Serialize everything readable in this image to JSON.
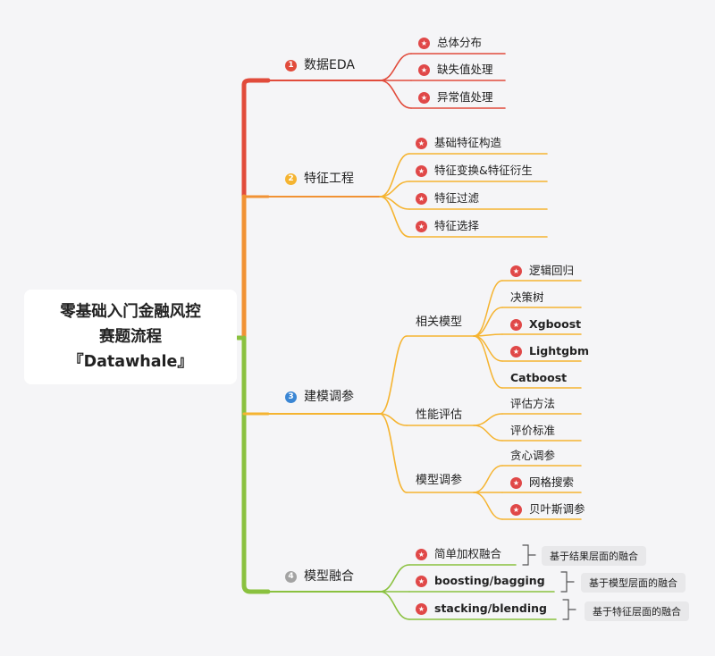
{
  "root": {
    "line1": "零基础入门金融风控",
    "line2": "赛题流程",
    "line3": "『Datawhale』"
  },
  "branches": [
    {
      "number": "1",
      "label": "数据EDA",
      "color": "#e14b3b",
      "children": [
        "总体分布",
        "缺失值处理",
        "异常值处理"
      ]
    },
    {
      "number": "2",
      "label": "特征工程",
      "color": "#f5b431",
      "children": [
        "基础特征构造",
        "特征变换&特征衍生",
        "特征过滤",
        "特征选择"
      ]
    },
    {
      "number": "3",
      "label": "建模调参",
      "color": "#3a86d4",
      "sub": [
        {
          "label": "相关模型",
          "children": [
            {
              "label": "逻辑回归",
              "star": true
            },
            {
              "label": "决策树",
              "star": false
            },
            {
              "label": "Xgboost",
              "star": true
            },
            {
              "label": "Lightgbm",
              "star": true
            },
            {
              "label": "Catboost",
              "star": false
            }
          ]
        },
        {
          "label": "性能评估",
          "children": [
            {
              "label": "评估方法",
              "star": false
            },
            {
              "label": "评价标准",
              "star": false
            }
          ]
        },
        {
          "label": "模型调参",
          "children": [
            {
              "label": "贪心调参",
              "star": false
            },
            {
              "label": "网格搜索",
              "star": true
            },
            {
              "label": "贝叶斯调参",
              "star": true
            }
          ]
        }
      ]
    },
    {
      "number": "4",
      "label": "模型融合",
      "color": "#a3a3a3",
      "children": [
        {
          "label": "简单加权融合",
          "note": "基于结果层面的融合"
        },
        {
          "label": "boosting/bagging",
          "note": "基于模型层面的融合"
        },
        {
          "label": "stacking/blending",
          "note": "基于特征层面的融合"
        }
      ]
    }
  ],
  "colors": {
    "red": "#e14b3b",
    "orange": "#f19234",
    "yellow": "#f5b431",
    "green": "#8ac13f",
    "grey_bracket": "#555555"
  },
  "icons": {
    "leaf_marker": "star-badge-icon",
    "branch_marker": "number-badge-icon"
  }
}
